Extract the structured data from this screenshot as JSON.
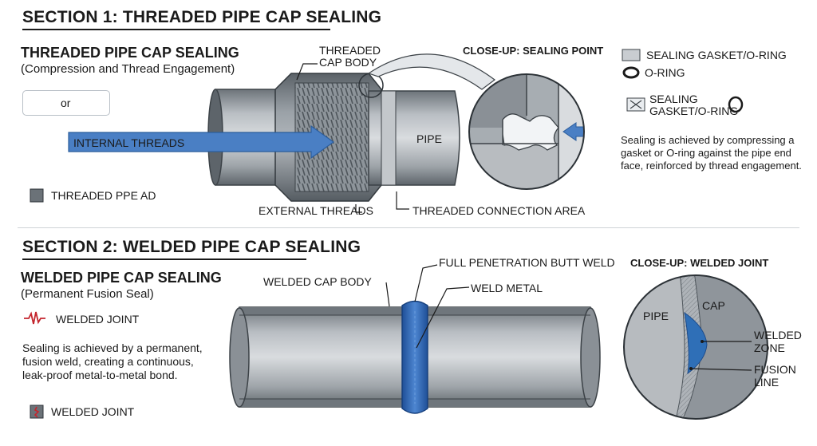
{
  "section1": {
    "title": "SECTION 1: THREADED PIPE CAP SEALING",
    "heading": "THREADED PIPE CAP SEALING",
    "subheading": "(Compression and Thread Engagement)",
    "ring_or": "or",
    "legend_box": "THREADED PPE AD",
    "labels": {
      "threaded_cap_body_1": "THREADED",
      "threaded_cap_body_2": "CAP BODY",
      "internal_threads": "INTERNAL THREADS",
      "pipe": "PIPE",
      "external_threads": "EXTERNAL THREADS",
      "connection_area": "THREADED CONNECTION AREA"
    },
    "closeup_title": "CLOSE-UP: SEALING POINT",
    "legend": {
      "gasket": "SEALING GASKET/O-RING",
      "oring": "O-RING",
      "box_line1": "SEALING",
      "box_line2": "GASKET/O-RING"
    },
    "description": [
      "Sealing is achieved by compressing a",
      "gasket or O-ring against the pipe end",
      "face, reinforced by thread engagement."
    ]
  },
  "section2": {
    "title": "SECTION 2: WELDED PIPE CAP SEALING",
    "heading": "WELDED PIPE CAP SEALING",
    "subheading": "(Permanent Fusion Seal)",
    "welded_joint_legend": "WELDED JOINT",
    "description": [
      "Sealing is achieved by a permanent,",
      "fusion weld, creating a continuous,",
      "leak-proof metal-to-metal bond."
    ],
    "legend_box": "WELDED JOINT",
    "labels": {
      "welded_cap_body": "WELDED CAP BODY",
      "butt_weld": "FULL PENETRATION BUTT WELD",
      "weld_metal": "WELD METAL"
    },
    "closeup_title": "CLOSE-UP: WELDED JOINT",
    "closeup": {
      "pipe": "PIPE",
      "cap": "CAP",
      "welded_zone_1": "WELDED",
      "welded_zone_2": "ZONE",
      "fusion_line_1": "FUSION",
      "fusion_line_2": "LINE"
    }
  },
  "colors": {
    "steel_dark": "#5f666d",
    "steel_mid": "#9aa0a6",
    "steel_light": "#d3d6d9",
    "accent_blue": "#2f6fb7",
    "weld_blue": "#2a5fb0",
    "weld_red": "#c4262e"
  }
}
